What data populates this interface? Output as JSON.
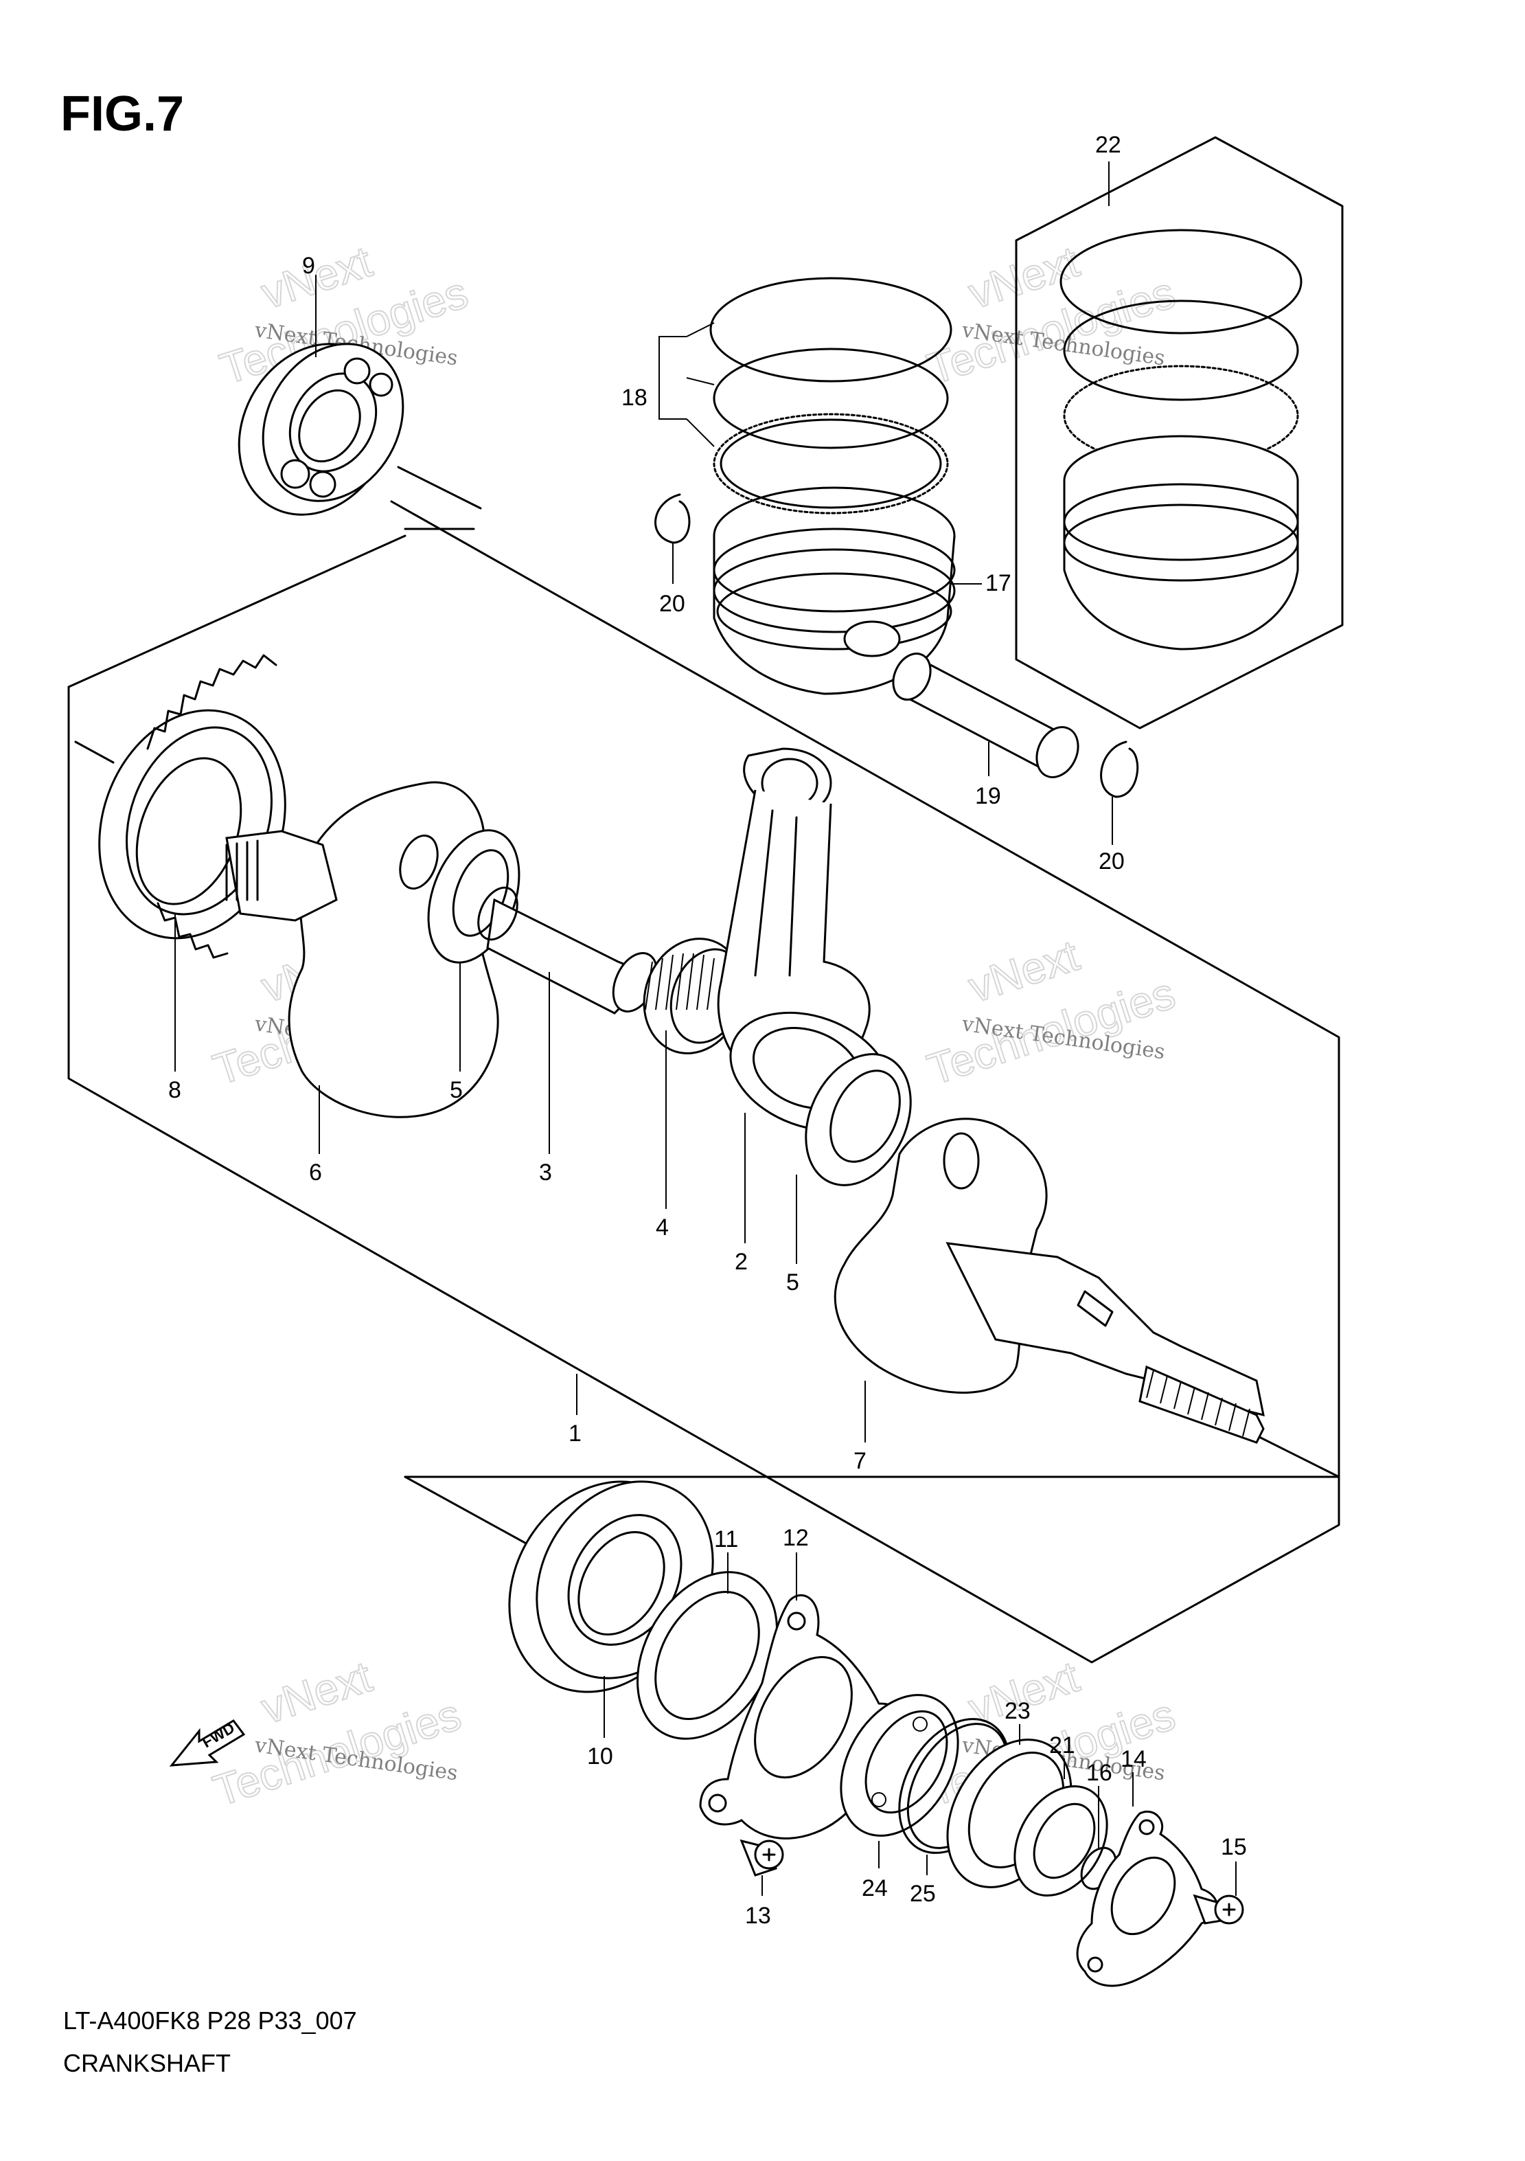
{
  "figure": {
    "title": "FIG.7",
    "model_code": "LT-A400FK8 P28 P33_007",
    "name": "CRANKSHAFT"
  },
  "watermark": {
    "line1": "vNext Technologies",
    "big": "vNext",
    "big2": "Technologies"
  },
  "fwd_label": "FWD",
  "callouts": [
    "1",
    "2",
    "3",
    "4",
    "5",
    "5",
    "6",
    "7",
    "8",
    "9",
    "10",
    "11",
    "12",
    "13",
    "14",
    "15",
    "16",
    "17",
    "18",
    "19",
    "20",
    "20",
    "21",
    "22",
    "23",
    "24",
    "25"
  ]
}
